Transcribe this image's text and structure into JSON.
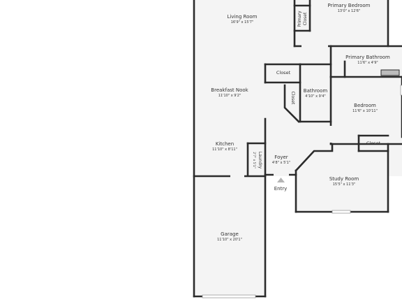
{
  "rooms": {
    "living_room": {
      "name": "Living Room",
      "dims": "16'9\" x 15'7\""
    },
    "primary_bedroom": {
      "name": "Primary Bedroom",
      "dims": "13'0\" x 12'6\""
    },
    "primary_closet": {
      "name": "Primary Closet"
    },
    "primary_bathroom": {
      "name": "Primary Bathroom",
      "dims": "11'6\" x 4'9\""
    },
    "closet_top": {
      "name": "Closet"
    },
    "bathroom": {
      "name": "Bathroom",
      "dims": "4'10\" x 9'4\""
    },
    "closet_bath": {
      "name": "Closet"
    },
    "breakfast_nook": {
      "name": "Breakfast Nook",
      "dims": "11'10\" x 9'2\""
    },
    "bedroom": {
      "name": "Bedroom",
      "dims": "11'6\" x 10'11\""
    },
    "closet_bedroom": {
      "name": "Closet"
    },
    "kitchen": {
      "name": "Kitchen",
      "dims": "11'10\" x 8'11\""
    },
    "laundry": {
      "name": "Laundry",
      "dims": "2'7\" x 5'1\""
    },
    "foyer": {
      "name": "Foyer",
      "dims": "4'8\" x 5'1\""
    },
    "study_room": {
      "name": "Study Room",
      "dims": "15'5\" x 11'3\""
    },
    "garage": {
      "name": "Garage",
      "dims": "11'10\" x 20'1\""
    }
  },
  "entry": {
    "label": "Entry"
  },
  "colors": {
    "wall": "#2b2b2b",
    "floor": "#f4f4f4",
    "background": "#ffffff"
  }
}
